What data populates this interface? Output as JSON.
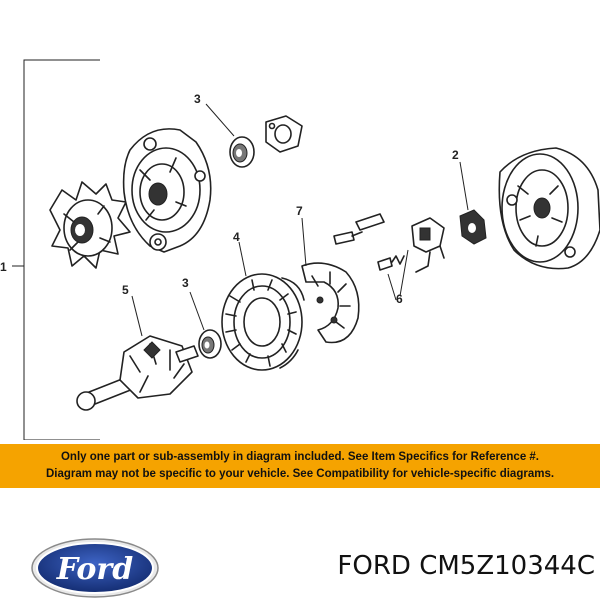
{
  "diagram": {
    "callouts": {
      "assembly": "1",
      "housing_rear": "2",
      "bearing_upper": "3",
      "bearing_lower": "3",
      "stator": "4",
      "rotor": "5",
      "brush_parts": "6",
      "rectifier": "7"
    }
  },
  "notice": {
    "line1": "Only one part or sub-assembly in diagram included. See Item Specifics for Reference #.",
    "line2": "Diagram may not be specific to your vehicle. See Compatibility for vehicle-specific diagrams.",
    "color": "#f5a300"
  },
  "brand": {
    "logo_text": "Ford",
    "logo_color": "#1a3a8a"
  },
  "part": {
    "label": "FORD CM5Z10344C"
  }
}
